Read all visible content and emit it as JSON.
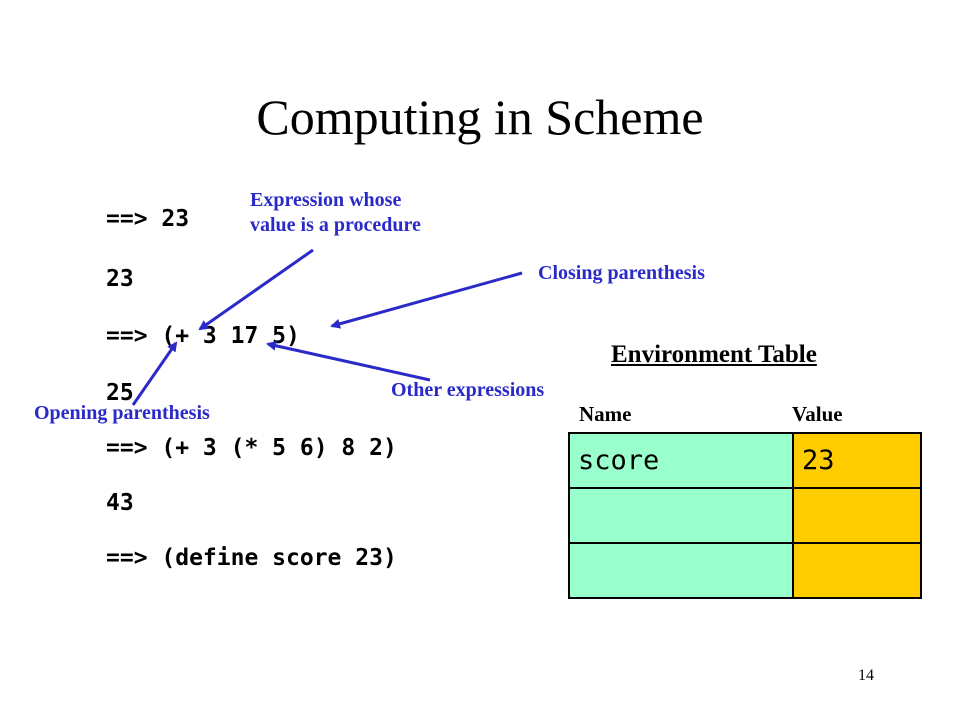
{
  "slide": {
    "title": "Computing in Scheme",
    "page_number": "14"
  },
  "code_lines": [
    "==> 23",
    "23",
    "==> (+ 3 17 5)",
    "25",
    "==> (+ 3 (* 5 6) 8 2)",
    "43",
    "==> (define score 23)"
  ],
  "annotations": {
    "procedure_expression": "Expression whose\nvalue is a procedure",
    "closing_parenthesis": "Closing parenthesis",
    "other_expressions": "Other expressions",
    "opening_parenthesis": "Opening parenthesis"
  },
  "environment_table": {
    "heading": "Environment Table",
    "name_header": "Name",
    "value_header": "Value",
    "rows": [
      {
        "name": "score",
        "value": "23"
      },
      {
        "name": "",
        "value": ""
      },
      {
        "name": "",
        "value": ""
      }
    ]
  },
  "colors": {
    "annotation": "#2a2ac8",
    "name_cell": "#99ffcc",
    "value_cell": "#ffcc00"
  }
}
